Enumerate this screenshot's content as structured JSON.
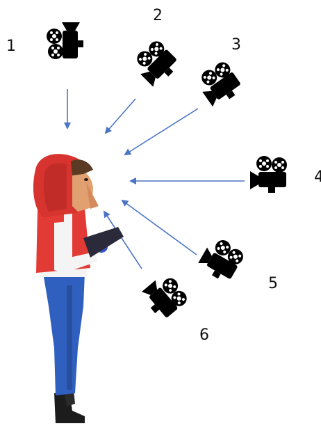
{
  "labels": {
    "camera_1": "1",
    "camera_2": "2",
    "camera_3": "3",
    "camera_4": "4",
    "camera_5": "5",
    "camera_6": "6"
  },
  "colors": {
    "arrow": "#4a74c4",
    "camera": "#000000",
    "hood": "#d8342f",
    "vest": "#e23a35",
    "jeans": "#2f5fbf",
    "skin": "#e0a070",
    "shirt": "#f4f4f4",
    "boots": "#1c1c1c",
    "tablet": "#2a2a3a",
    "hair": "#5a3a22"
  },
  "icons": [
    "movie-camera-icon",
    "character-reading-tablet"
  ]
}
